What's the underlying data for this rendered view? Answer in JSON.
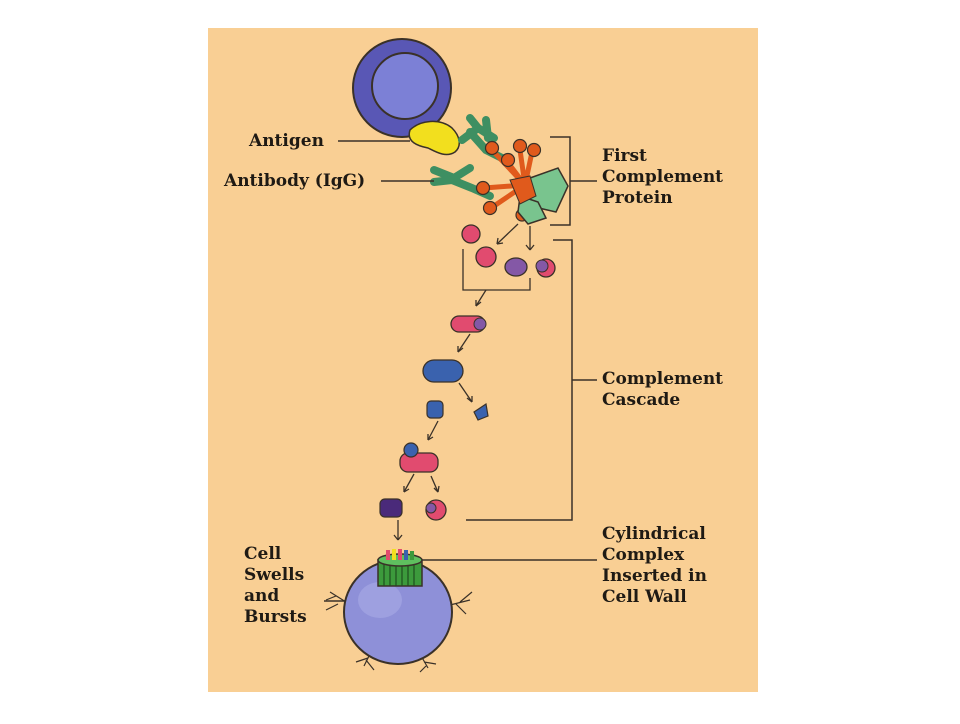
{
  "colors": {
    "panel": "#f9cf94",
    "outline": "#3a3128",
    "cell_outer": "#5957b5",
    "cell_inner": "#7c80d6",
    "antigen": "#f2df1e",
    "antibody": "#3e8f62",
    "complement_orange": "#e05a1c",
    "complement_green": "#79c48e",
    "pink": "#e14b6f",
    "purple": "#8458a6",
    "blue": "#3a62ae",
    "dark_purple": "#4a2a7a",
    "target_cell": "#8e90d8",
    "pore": "#3c9a3c"
  },
  "labels": {
    "antigen": "Antigen",
    "antibody": "Antibody (IgG)",
    "first_complement": "First\nComplement\nProtein",
    "complement_cascade": "Complement\nCascade",
    "cylindrical_complex": "Cylindrical\nComplex\nInserted in\nCell Wall",
    "cell_swells": "Cell\nSwells\nand\nBursts"
  }
}
